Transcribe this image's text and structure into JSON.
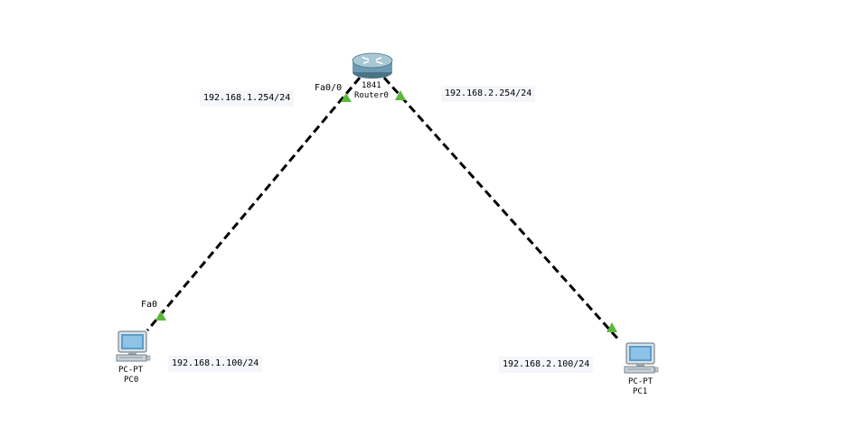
{
  "router": {
    "model": "1841",
    "name": "Router0",
    "port_left": "Fa0/0"
  },
  "pc0": {
    "model": "PC-PT",
    "name": "PC0",
    "port": "Fa0"
  },
  "pc1": {
    "model": "PC-PT",
    "name": "PC1"
  },
  "notes": {
    "router_left_ip": "192.168.1.254/24",
    "router_right_ip": "192.168.2.254/24",
    "pc0_ip": "192.168.1.100/24",
    "pc1_ip": "192.168.2.100/24"
  },
  "colors": {
    "link": "#000000",
    "link_up_indicator": "#5cb83c",
    "note_background": "#f4f6fa",
    "router_body": "#6f9bb0",
    "pc_screen": "#5b9ec9"
  },
  "icons": {
    "router": "router-icon",
    "pc": "pc-icon"
  }
}
